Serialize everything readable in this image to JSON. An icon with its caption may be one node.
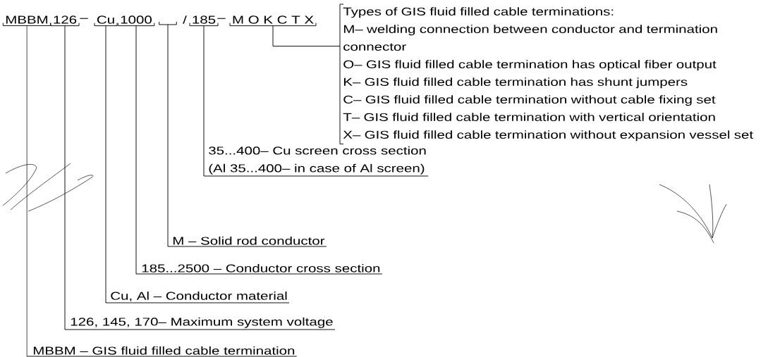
{
  "diagram": {
    "nodes": [
      {
        "text": [
          "MBBM"
        ]
      },
      {
        "text": [
          "126"
        ]
      },
      {
        "text": [
          "Cu"
        ]
      },
      {
        "text": [
          "1000"
        ]
      },
      {
        "text": [],
        "shape": "bracket"
      },
      {
        "text": [
          "185"
        ]
      },
      {
        "text": [
          "M O K C T X"
        ]
      },
      {
        "text": [
          "Types of GIS fluid filled cable terminations:",
          "M– welding connection between conductor and termination connector",
          "O– GIS fluid filled cable termination has optical fiber output",
          "K– GIS fluid filled cable termination has shunt jumpers",
          "C– GIS fluid filled cable termination without cable fixing set",
          "T– GIS fluid filled cable termination with vertical orientation",
          "X– GIS fluid filled cable termination without expansion vessel set"
        ]
      },
      {
        "text": [
          "35...400– Cu screen cross section",
          "(Al 35...400– in case of Al screen)"
        ]
      },
      {
        "text": [
          "M – Solid rod conductor"
        ]
      },
      {
        "text": [
          "185...2500 – Conductor cross section"
        ]
      },
      {
        "text": [
          "Cu, Al – Conductor material"
        ]
      },
      {
        "text": [
          "126, 145, 170– Maximum system voltage"
        ]
      },
      {
        "text": [
          "MBBM – GIS fluid filled cable termination"
        ]
      }
    ],
    "edges": [
      {
        "from": 0,
        "to": 13,
        "arrow": "none"
      },
      {
        "from": 1,
        "to": 12,
        "arrow": "none"
      },
      {
        "from": 2,
        "to": 11,
        "arrow": "none"
      },
      {
        "from": 3,
        "to": 10,
        "arrow": "none"
      },
      {
        "from": 4,
        "to": 9,
        "arrow": "none"
      },
      {
        "from": 5,
        "to": 8,
        "arrow": "none"
      },
      {
        "from": 6,
        "to": 7,
        "arrow": "none"
      }
    ],
    "labels": [
      "–",
      "/",
      "–"
    ]
  }
}
